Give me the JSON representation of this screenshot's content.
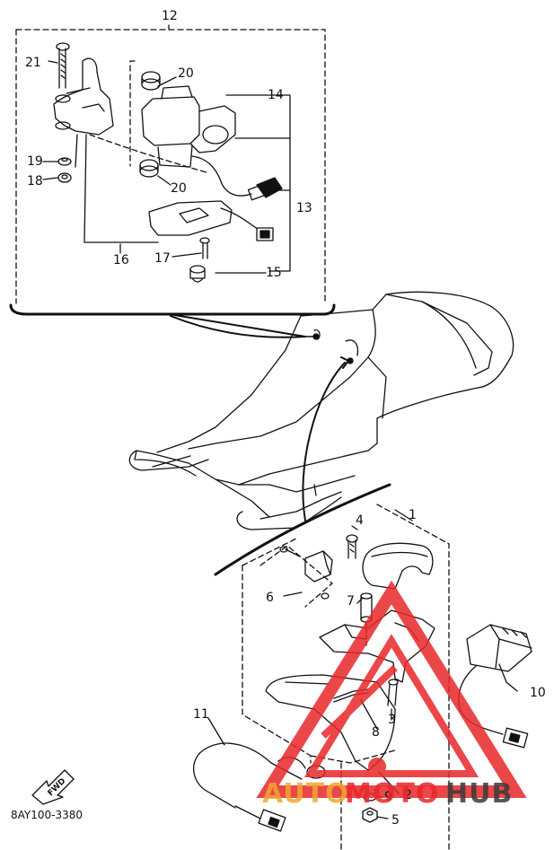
{
  "diagram_code": "8AY100-3380",
  "fwd_label": "FWD",
  "callouts": {
    "n1": "1",
    "n2": "2",
    "n3": "3",
    "n4": "4",
    "n5": "5",
    "n6": "6",
    "n7": "7",
    "n8": "8",
    "n9": "9",
    "n10": "10",
    "n11": "11",
    "n12": "12",
    "n13": "13",
    "n14": "14",
    "n15": "15",
    "n16": "16",
    "n17": "17",
    "n18": "18",
    "n19": "19",
    "n20a": "20",
    "n20b": "20",
    "n21": "21"
  },
  "watermark": {
    "part1": "AUTO",
    "part2": "MOTO",
    "part3": "HUB",
    "color_orange": "#f0a830",
    "color_red": "#e8282a",
    "color_dark": "#3a3a3a"
  }
}
